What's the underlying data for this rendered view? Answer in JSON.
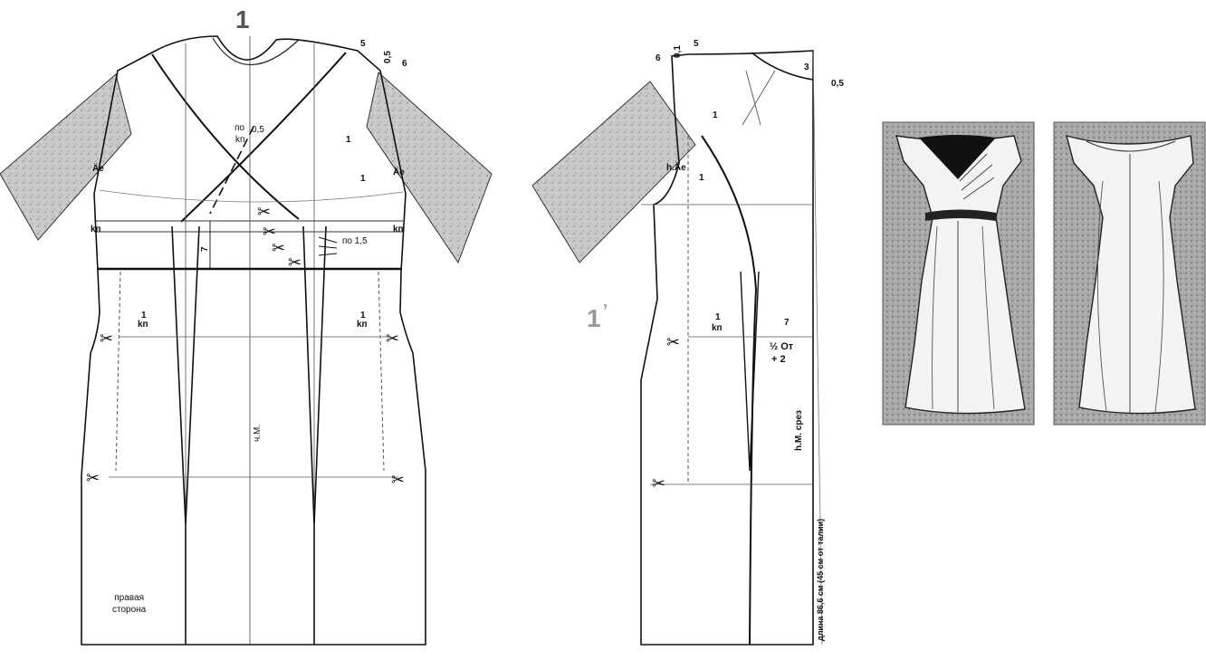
{
  "figure_1": {
    "number": "1",
    "center_line": "ч.М.",
    "side_note": "правая\nсторона",
    "dim_05_top": "0,5",
    "dim_5": "5",
    "dim_6": "6",
    "dim_po": "по",
    "dim_kp": "kп",
    "dim_05_neck": "0,5",
    "dim_1": "1",
    "dim_7": "7",
    "dim_po15": "по 1,5",
    "armhole_mark": "Äe",
    "kp_mark": "kп"
  },
  "figure_1b": {
    "number": "1",
    "prime": "’",
    "dim_6": "6",
    "dim_01": "0,1",
    "dim_5": "5",
    "dim_3": "3",
    "dim_05": "0,5",
    "dim_1": "1",
    "armhole": "h.Äe",
    "dim_7": "7",
    "half_from": "½ От",
    "plus2": "+ 2",
    "cut_line": "h.M. срез",
    "length_note": "длина 86,6 см (45 см от талии)"
  },
  "illustrations": {
    "front": "front-view",
    "back": "back-view"
  }
}
